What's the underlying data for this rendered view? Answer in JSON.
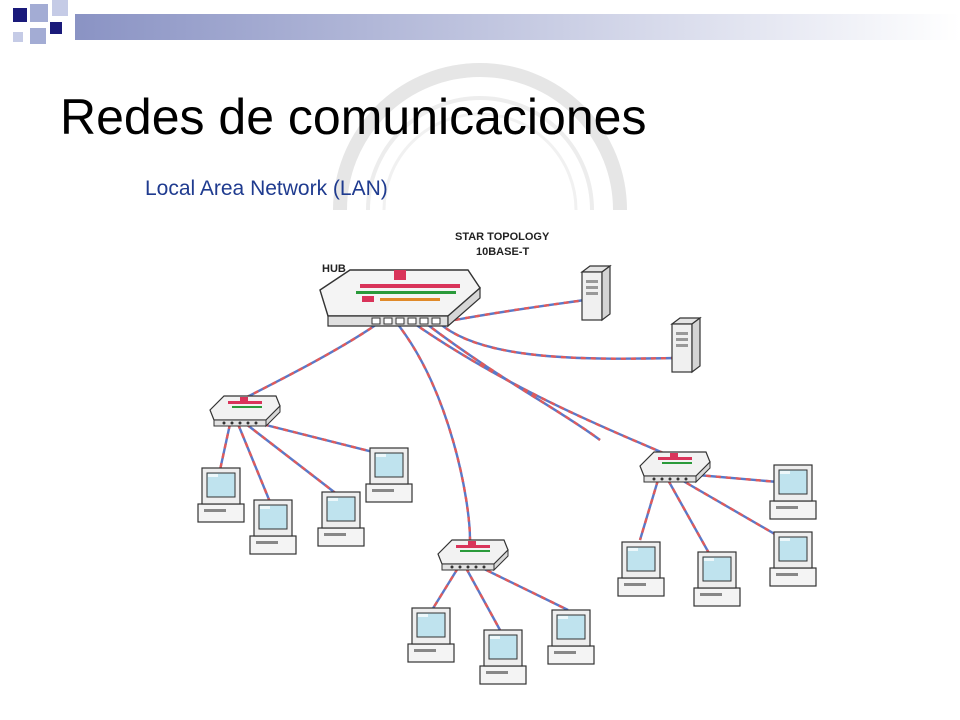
{
  "slide": {
    "title": "Redes de comunicaciones",
    "subtitle": "Local Area Network (LAN)"
  },
  "diagram": {
    "heading_line1": "STAR TOPOLOGY",
    "heading_line2": "10BASE-T",
    "hub_label": "HUB"
  },
  "colors": {
    "title": "#000000",
    "subtitle": "#1f3b8f",
    "accent_dark": "#1a1a7a",
    "accent_mid": "#4a55a8",
    "accent_light": "#a3acd4",
    "cable_red": "#e05a5a",
    "cable_blue": "#5a78c8",
    "screen": "#bfe3ee"
  }
}
